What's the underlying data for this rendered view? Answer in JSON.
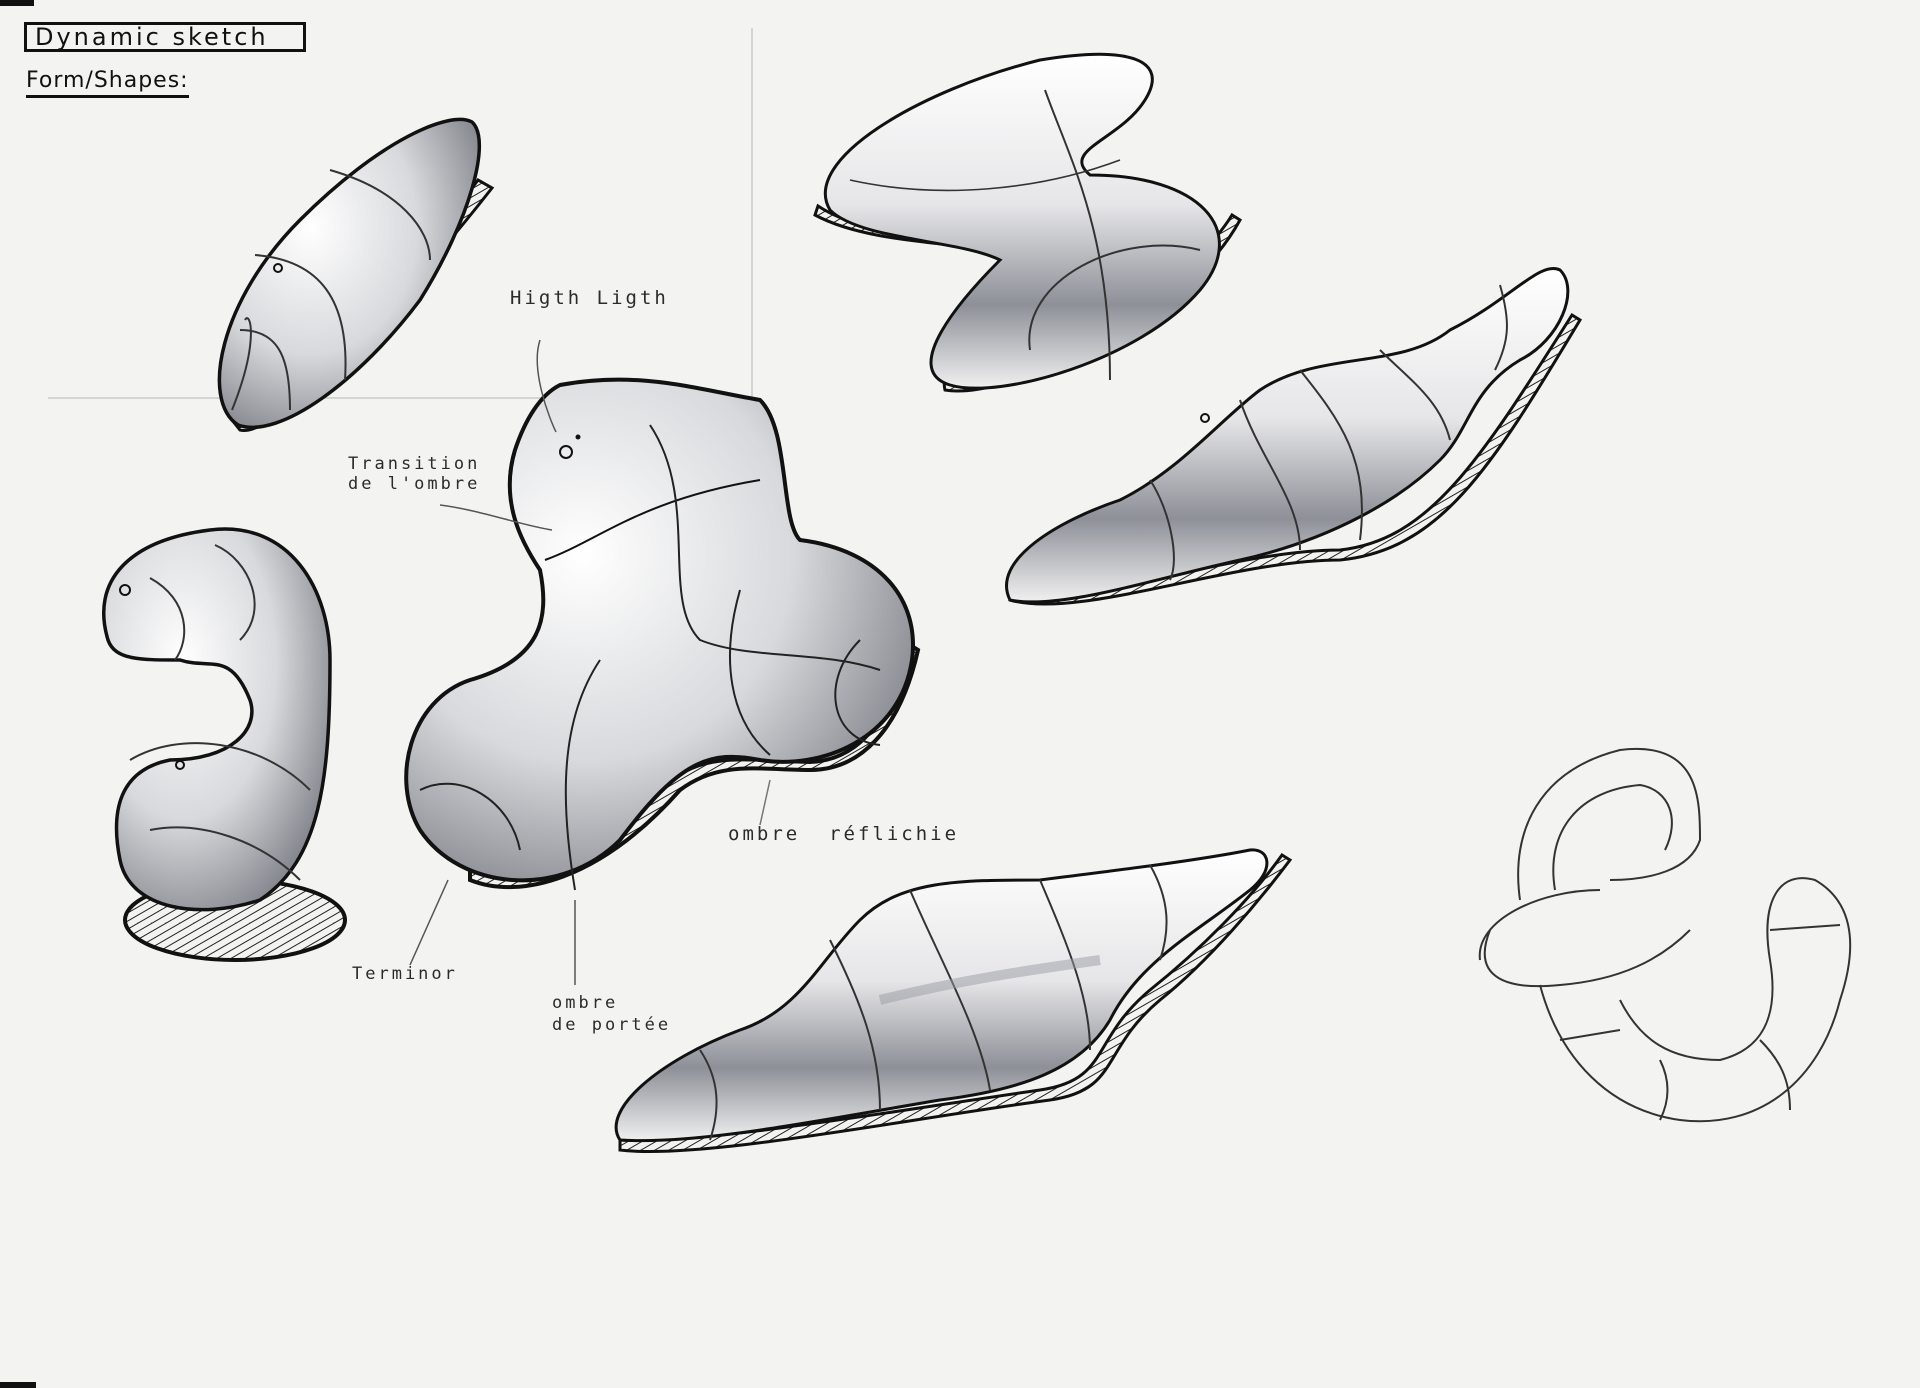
{
  "page": {
    "title": "Dynamic sketch",
    "subtitle": "Form/Shapes:",
    "paper_color": "#f3f3f1",
    "ink_color": "#111111",
    "shade_color": "#8a8c94"
  },
  "annotations": {
    "highlight": "Higth Ligth",
    "shadow_transition": "Transition\nde l'ombre",
    "reflected_shadow": "ombre  réflichie",
    "terminator": "Terminor",
    "cast_shadow": "ombre\nde portée"
  },
  "shapes": [
    {
      "name": "ellipsoid-pod",
      "style": "shaded"
    },
    {
      "name": "pinched-ellipse",
      "style": "shaded"
    },
    {
      "name": "tri-lobed-form",
      "style": "shaded"
    },
    {
      "name": "c-shaped-worm",
      "style": "shaded"
    },
    {
      "name": "elongated-tapered-form-right",
      "style": "shaded"
    },
    {
      "name": "elongated-tapered-form-bottom",
      "style": "shaded"
    },
    {
      "name": "coiled-tube",
      "style": "outline"
    }
  ]
}
